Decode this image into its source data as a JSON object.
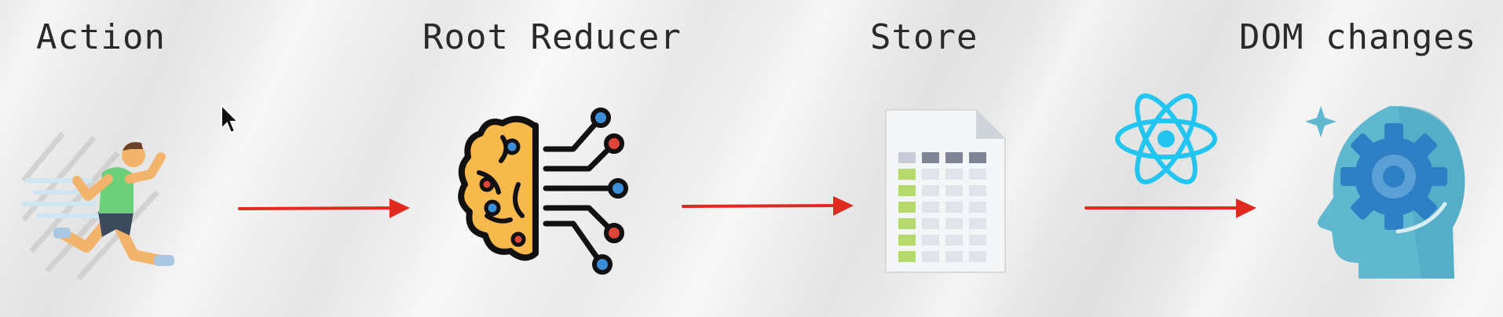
{
  "diagram": {
    "steps": [
      {
        "label": "Action",
        "icon": "running-person-icon"
      },
      {
        "label": "Root Reducer",
        "icon": "brain-circuit-icon"
      },
      {
        "label": "Store",
        "icon": "spreadsheet-document-icon"
      },
      {
        "label": "DOM changes",
        "icon": "head-gear-icon"
      }
    ],
    "connector_icon": "react-logo-icon",
    "colors": {
      "arrow": "#e0291f",
      "react": "#22c4f0",
      "brain": "#f7b84c",
      "head": "#5fb8d0",
      "gear": "#2f7fc4",
      "sheet_green": "#b5d96a"
    }
  }
}
